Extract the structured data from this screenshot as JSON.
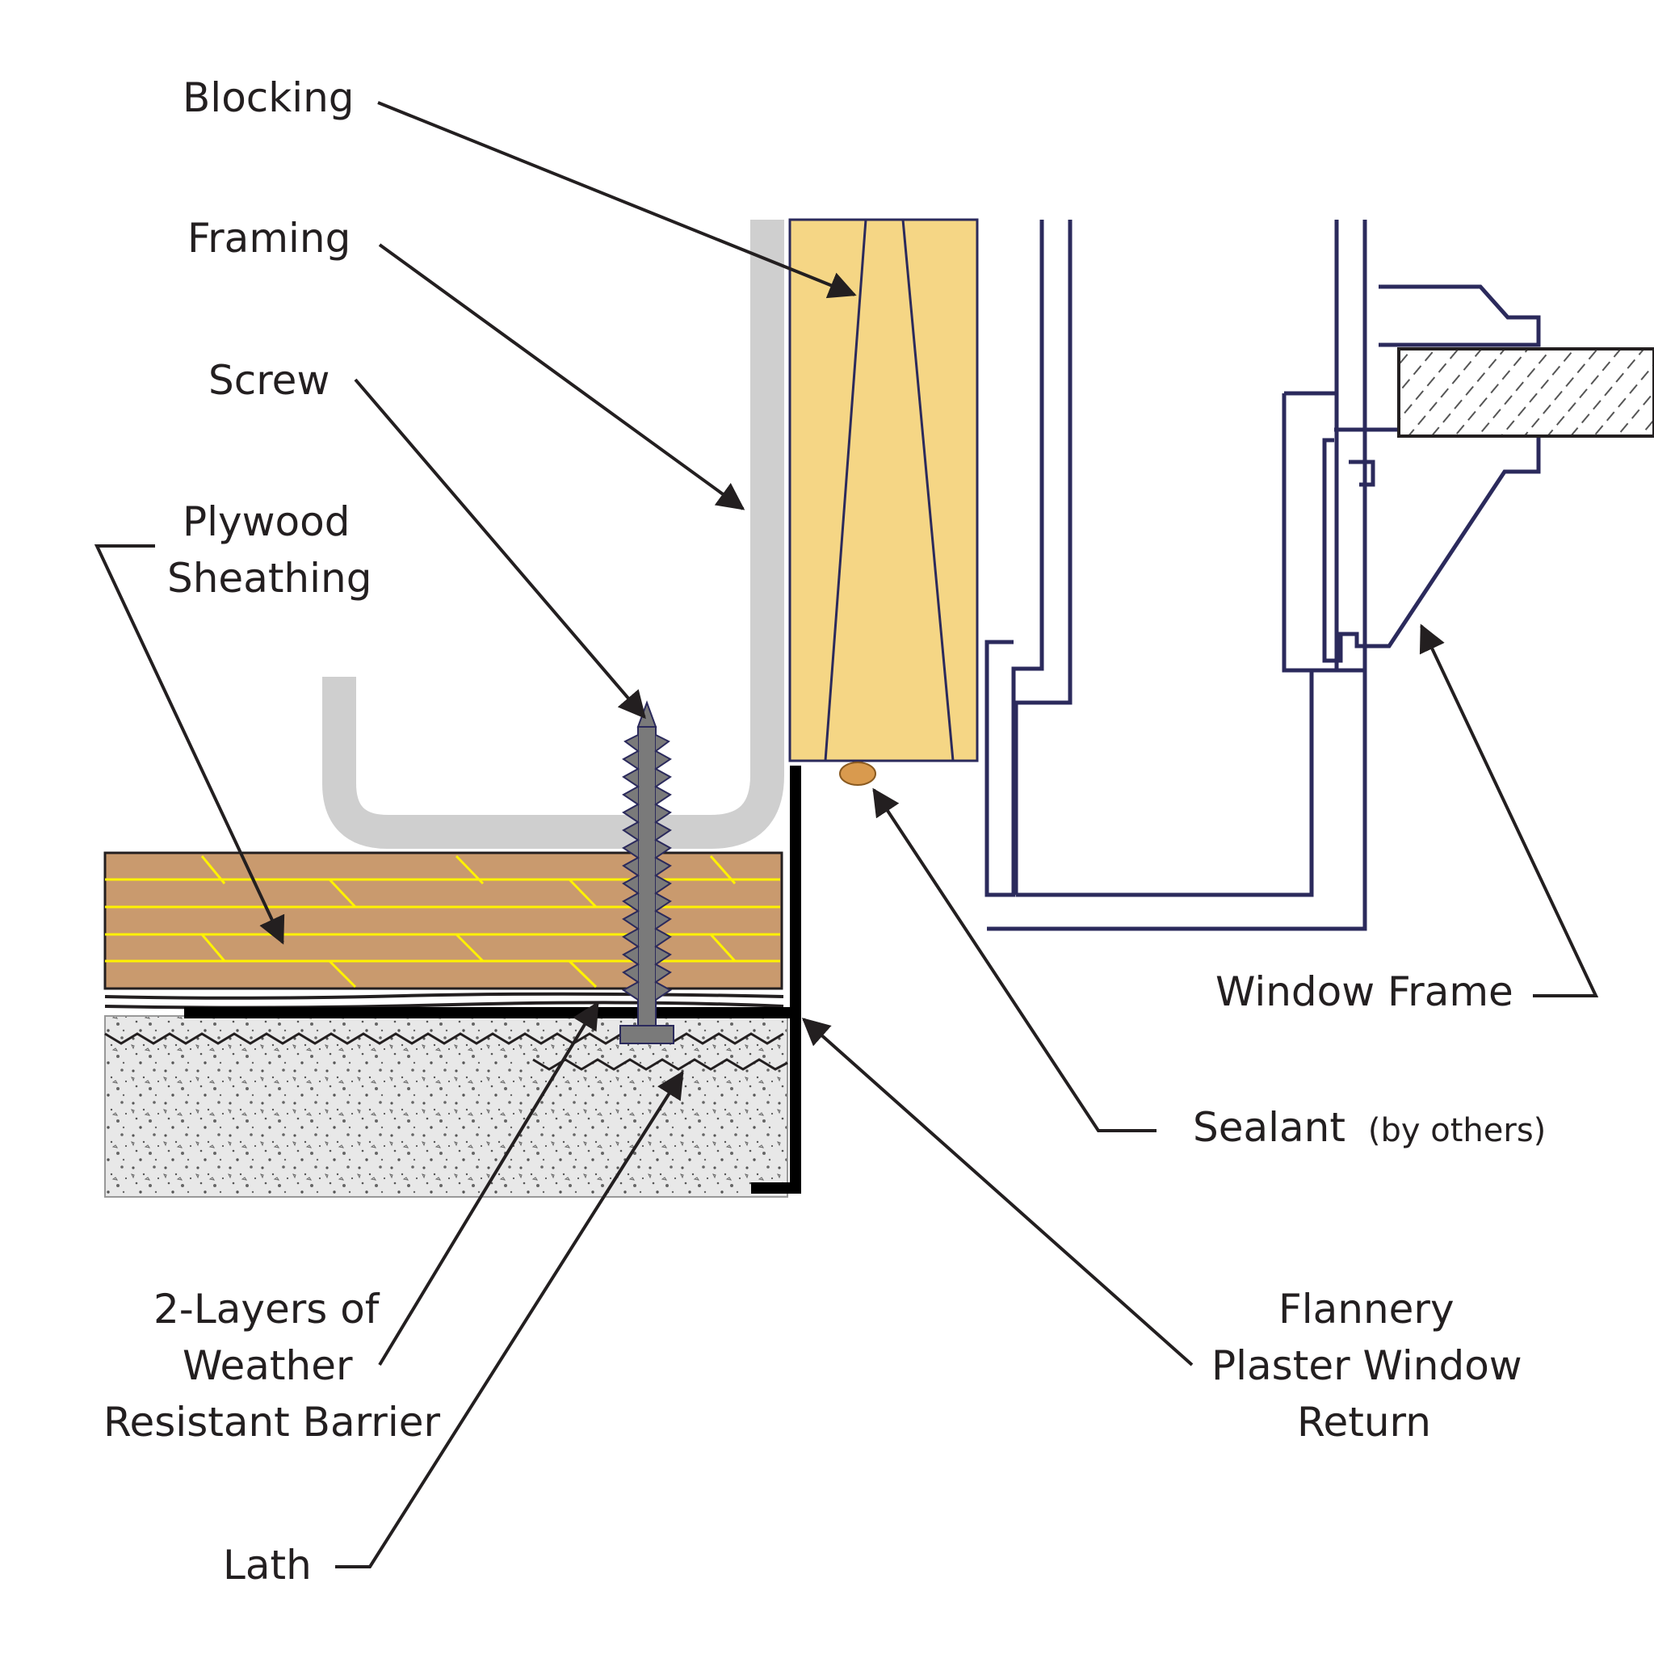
{
  "labels": {
    "blocking": "Blocking",
    "framing": "Framing",
    "screw": "Screw",
    "plywood_line1": "Plywood",
    "plywood_line2": "Sheathing",
    "wrb_line1": "2-Layers of",
    "wrb_line2": "Weather",
    "wrb_line3": "Resistant Barrier",
    "lath": "Lath",
    "window_frame": "Window Frame",
    "sealant": "Sealant",
    "sealant_note": "(by others)",
    "return_line1": "Flannery",
    "return_line2": "Plaster  Window",
    "return_line3": "Return"
  },
  "colors": {
    "text": "#231f20",
    "leader": "#231f20",
    "blocking_fill": "#f5d685",
    "plywood_fill": "#c99a6e",
    "plywood_lines": "#fff200",
    "framing_stud": "#cfcfcf",
    "plaster_fill": "#e6e6e6",
    "window_outline": "#2b2a5c",
    "screw": "#7a7a7a",
    "sealant": "#d99a4e",
    "trim": "#000000"
  }
}
